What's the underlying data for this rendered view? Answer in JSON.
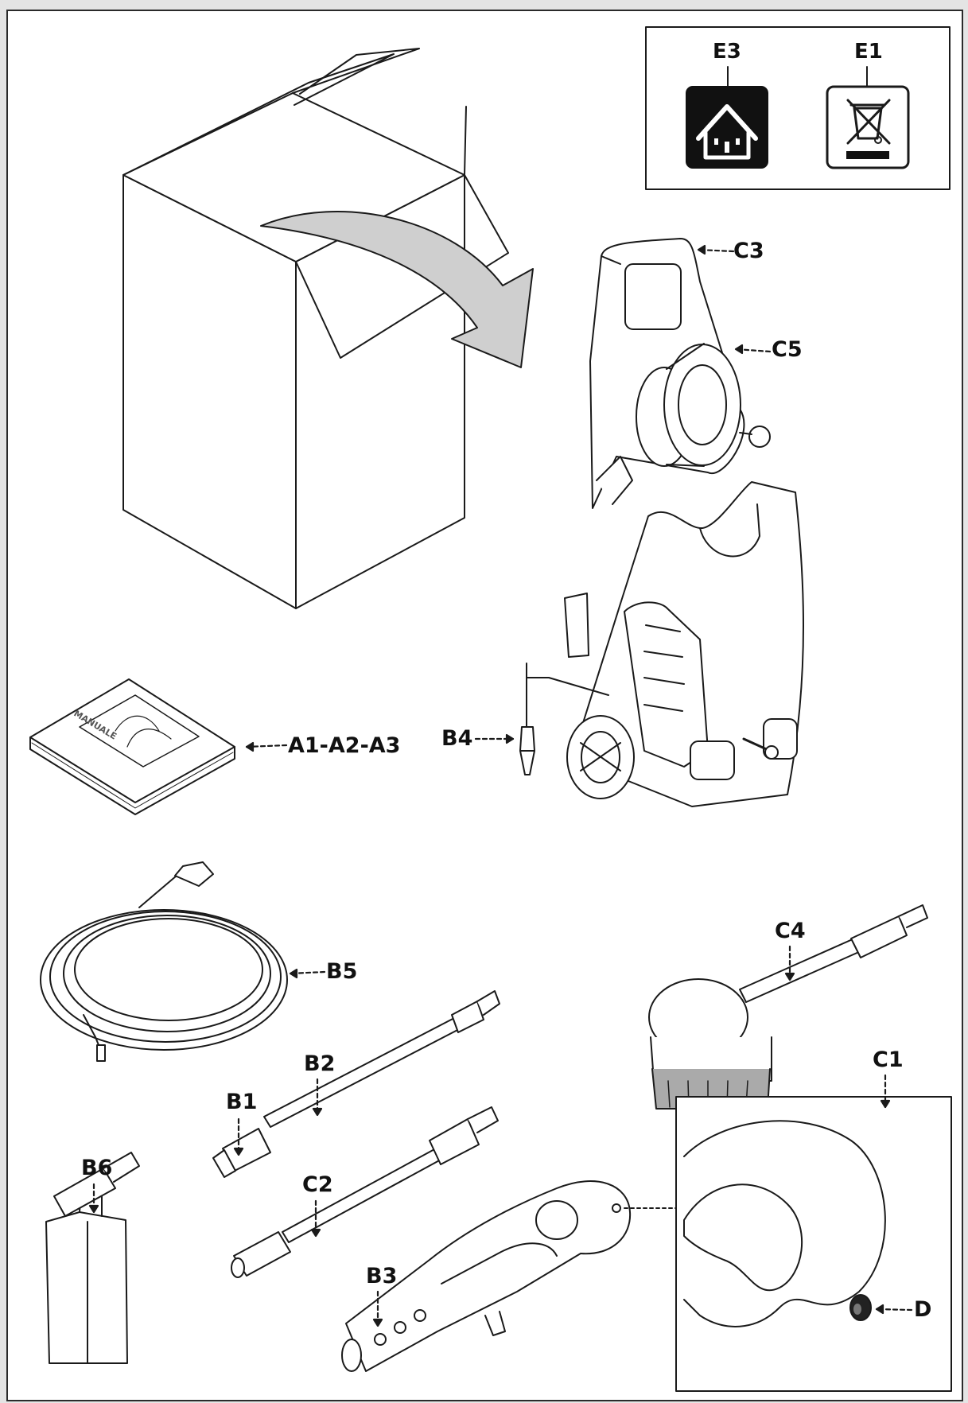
{
  "symbols": {
    "house": {
      "code": "E3"
    },
    "bin": {
      "code": "E1"
    }
  },
  "manual_cover_text": "MANUALE",
  "labels": {
    "manual": "A1-A2-A3",
    "plug": "B4",
    "hose": "B5",
    "lance_connector": "B1",
    "lance": "B2",
    "gun": "B3",
    "detergent_bottle": "B6",
    "rotary_nozzle_lance": "C2",
    "brush": "C4",
    "nozzle_cleaner": "C1",
    "handle": "C3",
    "hose_reel": "C5",
    "gun_detail": "D"
  },
  "colors": {
    "line": "#1a1a1a",
    "arrow_fill": "#cfcfcf",
    "symbol_bg": "#111111",
    "page_bg": "#ffffff"
  }
}
